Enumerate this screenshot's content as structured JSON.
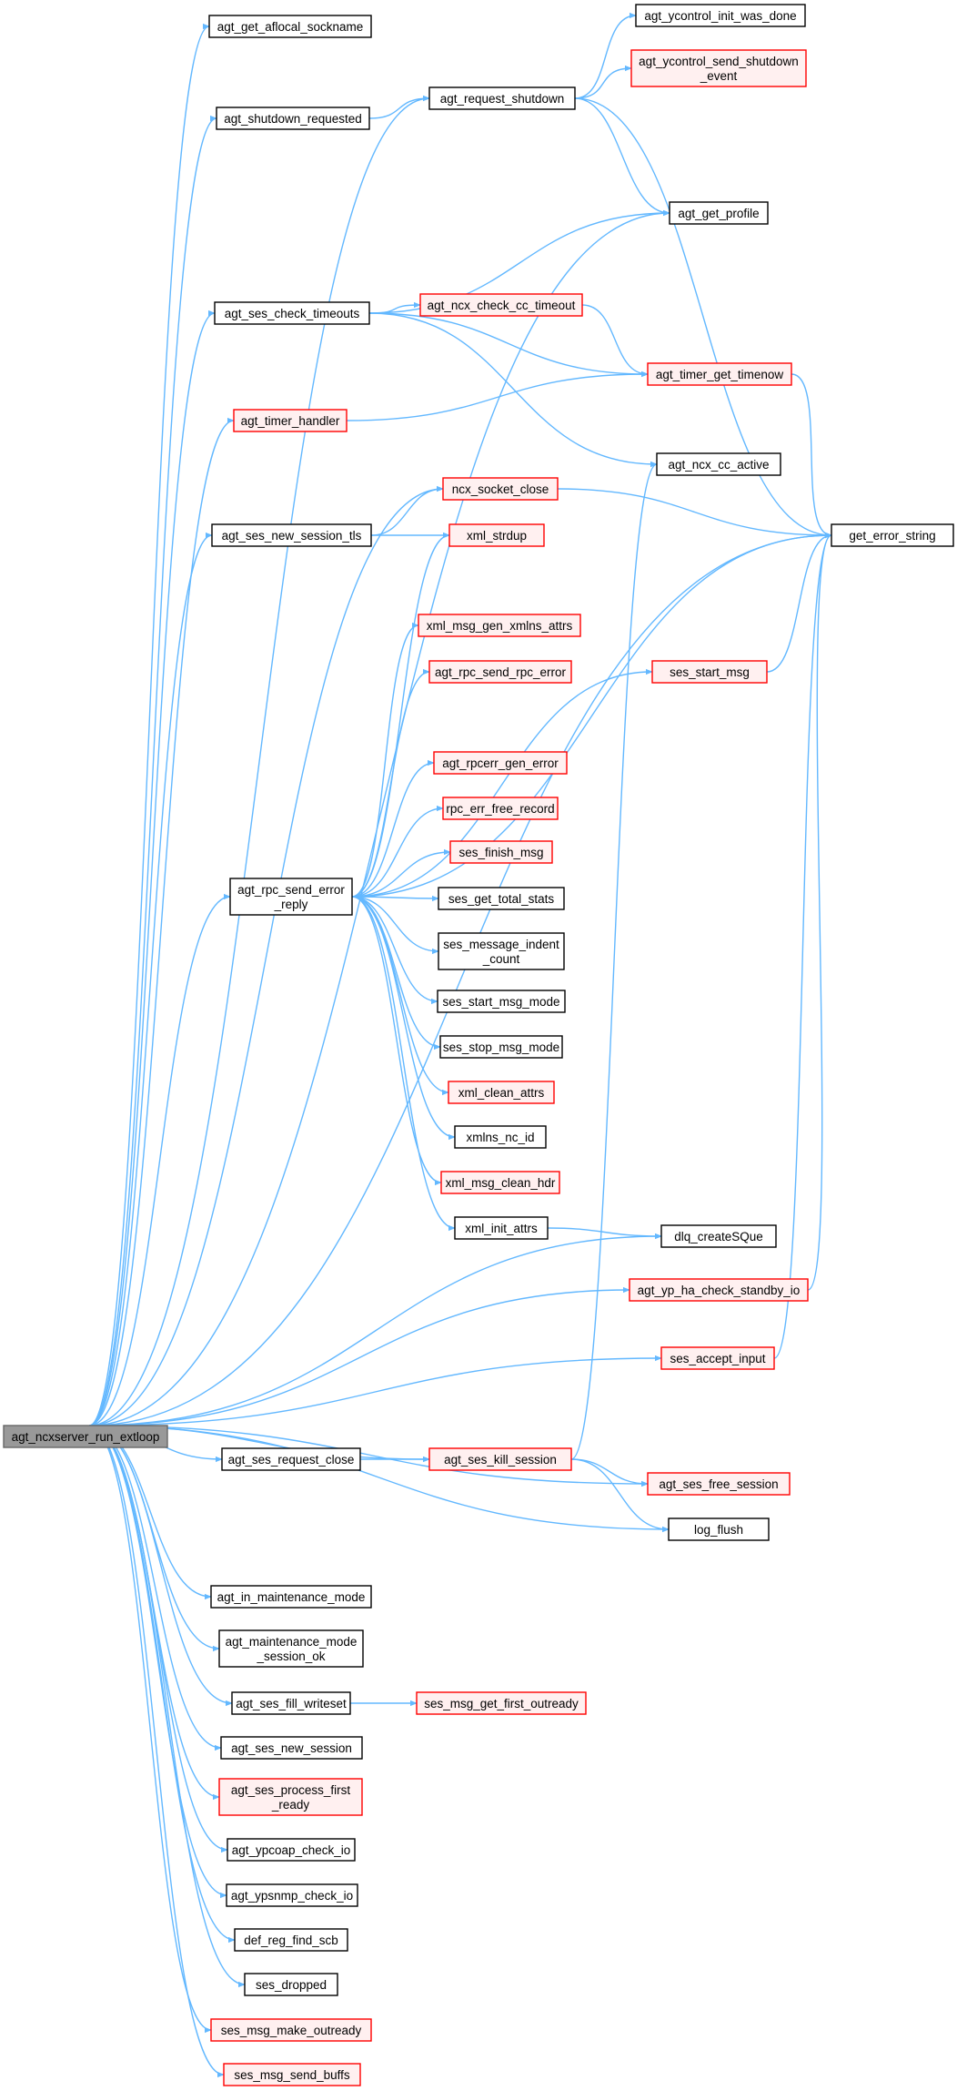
{
  "graph": {
    "colors": {
      "edge": "#63b8ff",
      "border_default": "#000000",
      "fill_default": "#ffffff",
      "border_truncated": "#ff0000",
      "fill_truncated": "#fff0f0",
      "fill_root": "#999999",
      "border_root": "#666666"
    },
    "root": "agt_ncxserver_run_extloop",
    "nodes": [
      {
        "id": "root",
        "label": [
          "agt_ncxserver_run_extloop"
        ],
        "style": "root"
      },
      {
        "id": "aflocal",
        "label": [
          "agt_get_aflocal_sockname"
        ],
        "style": "default"
      },
      {
        "id": "shutdown_req",
        "label": [
          "agt_shutdown_requested"
        ],
        "style": "default"
      },
      {
        "id": "request_shutdown",
        "label": [
          "agt_request_shutdown"
        ],
        "style": "default"
      },
      {
        "id": "yc_init",
        "label": [
          "agt_ycontrol_init_was_done"
        ],
        "style": "default"
      },
      {
        "id": "yc_send",
        "label": [
          "agt_ycontrol_send_shutdown",
          "_event"
        ],
        "style": "truncated"
      },
      {
        "id": "get_profile",
        "label": [
          "agt_get_profile"
        ],
        "style": "default"
      },
      {
        "id": "check_timeouts",
        "label": [
          "agt_ses_check_timeouts"
        ],
        "style": "default"
      },
      {
        "id": "ncx_cc_timeout",
        "label": [
          "agt_ncx_check_cc_timeout"
        ],
        "style": "truncated"
      },
      {
        "id": "timer_now",
        "label": [
          "agt_timer_get_timenow"
        ],
        "style": "truncated"
      },
      {
        "id": "timer_handler",
        "label": [
          "agt_timer_handler"
        ],
        "style": "truncated"
      },
      {
        "id": "ncx_cc_active",
        "label": [
          "agt_ncx_cc_active"
        ],
        "style": "default"
      },
      {
        "id": "socket_close",
        "label": [
          "ncx_socket_close"
        ],
        "style": "truncated"
      },
      {
        "id": "new_session_tls",
        "label": [
          "agt_ses_new_session_tls"
        ],
        "style": "default"
      },
      {
        "id": "xml_strdup",
        "label": [
          "xml_strdup"
        ],
        "style": "truncated"
      },
      {
        "id": "get_error_string",
        "label": [
          "get_error_string"
        ],
        "style": "default"
      },
      {
        "id": "xmlns_attrs",
        "label": [
          "xml_msg_gen_xmlns_attrs"
        ],
        "style": "truncated"
      },
      {
        "id": "rpc_send_rpc_error",
        "label": [
          "agt_rpc_send_rpc_error"
        ],
        "style": "truncated"
      },
      {
        "id": "ses_start_msg",
        "label": [
          "ses_start_msg"
        ],
        "style": "truncated"
      },
      {
        "id": "rpcerr_gen",
        "label": [
          "agt_rpcerr_gen_error"
        ],
        "style": "truncated"
      },
      {
        "id": "rpc_err_free",
        "label": [
          "rpc_err_free_record"
        ],
        "style": "truncated"
      },
      {
        "id": "ses_finish",
        "label": [
          "ses_finish_msg"
        ],
        "style": "truncated"
      },
      {
        "id": "rpc_send_error_reply",
        "label": [
          "agt_rpc_send_error",
          "_reply"
        ],
        "style": "default"
      },
      {
        "id": "total_stats",
        "label": [
          "ses_get_total_stats"
        ],
        "style": "default"
      },
      {
        "id": "indent_count",
        "label": [
          "ses_message_indent",
          "_count"
        ],
        "style": "default"
      },
      {
        "id": "start_msg_mode",
        "label": [
          "ses_start_msg_mode"
        ],
        "style": "default"
      },
      {
        "id": "stop_msg_mode",
        "label": [
          "ses_stop_msg_mode"
        ],
        "style": "default"
      },
      {
        "id": "clean_attrs",
        "label": [
          "xml_clean_attrs"
        ],
        "style": "truncated"
      },
      {
        "id": "xmlns_nc_id",
        "label": [
          "xmlns_nc_id"
        ],
        "style": "default"
      },
      {
        "id": "clean_hdr",
        "label": [
          "xml_msg_clean_hdr"
        ],
        "style": "truncated"
      },
      {
        "id": "init_attrs",
        "label": [
          "xml_init_attrs"
        ],
        "style": "default"
      },
      {
        "id": "dlq",
        "label": [
          "dlq_createSQue"
        ],
        "style": "default"
      },
      {
        "id": "ha_standby",
        "label": [
          "agt_yp_ha_check_standby_io"
        ],
        "style": "truncated"
      },
      {
        "id": "accept_input",
        "label": [
          "ses_accept_input"
        ],
        "style": "truncated"
      },
      {
        "id": "request_close",
        "label": [
          "agt_ses_request_close"
        ],
        "style": "default"
      },
      {
        "id": "kill_session",
        "label": [
          "agt_ses_kill_session"
        ],
        "style": "truncated"
      },
      {
        "id": "free_session",
        "label": [
          "agt_ses_free_session"
        ],
        "style": "truncated"
      },
      {
        "id": "log_flush",
        "label": [
          "log_flush"
        ],
        "style": "default"
      },
      {
        "id": "maint_mode",
        "label": [
          "agt_in_maintenance_mode"
        ],
        "style": "default"
      },
      {
        "id": "maint_ok",
        "label": [
          "agt_maintenance_mode",
          "_session_ok"
        ],
        "style": "default"
      },
      {
        "id": "fill_writeset",
        "label": [
          "agt_ses_fill_writeset"
        ],
        "style": "default"
      },
      {
        "id": "first_outready",
        "label": [
          "ses_msg_get_first_outready"
        ],
        "style": "truncated"
      },
      {
        "id": "new_session",
        "label": [
          "agt_ses_new_session"
        ],
        "style": "default"
      },
      {
        "id": "process_first",
        "label": [
          "agt_ses_process_first",
          "_ready"
        ],
        "style": "truncated"
      },
      {
        "id": "ypcoap",
        "label": [
          "agt_ypcoap_check_io"
        ],
        "style": "default"
      },
      {
        "id": "ypsnmp",
        "label": [
          "agt_ypsnmp_check_io"
        ],
        "style": "default"
      },
      {
        "id": "reg_find",
        "label": [
          "def_reg_find_scb"
        ],
        "style": "default"
      },
      {
        "id": "ses_dropped",
        "label": [
          "ses_dropped"
        ],
        "style": "default"
      },
      {
        "id": "make_outready",
        "label": [
          "ses_msg_make_outready"
        ],
        "style": "truncated"
      },
      {
        "id": "send_buffs",
        "label": [
          "ses_msg_send_buffs"
        ],
        "style": "truncated"
      }
    ],
    "edges": [
      [
        "root",
        "aflocal"
      ],
      [
        "root",
        "shutdown_req"
      ],
      [
        "root",
        "request_shutdown"
      ],
      [
        "root",
        "get_error_string"
      ],
      [
        "root",
        "get_profile"
      ],
      [
        "root",
        "check_timeouts"
      ],
      [
        "root",
        "timer_handler"
      ],
      [
        "root",
        "socket_close"
      ],
      [
        "root",
        "new_session_tls"
      ],
      [
        "root",
        "rpc_send_error_reply"
      ],
      [
        "root",
        "dlq"
      ],
      [
        "root",
        "ha_standby"
      ],
      [
        "root",
        "accept_input"
      ],
      [
        "root",
        "request_close"
      ],
      [
        "root",
        "kill_session"
      ],
      [
        "root",
        "free_session"
      ],
      [
        "root",
        "log_flush"
      ],
      [
        "root",
        "maint_mode"
      ],
      [
        "root",
        "maint_ok"
      ],
      [
        "root",
        "fill_writeset"
      ],
      [
        "root",
        "new_session"
      ],
      [
        "root",
        "process_first"
      ],
      [
        "root",
        "ypcoap"
      ],
      [
        "root",
        "ypsnmp"
      ],
      [
        "root",
        "reg_find"
      ],
      [
        "root",
        "ses_dropped"
      ],
      [
        "root",
        "make_outready"
      ],
      [
        "root",
        "send_buffs"
      ],
      [
        "shutdown_req",
        "request_shutdown"
      ],
      [
        "request_shutdown",
        "yc_init"
      ],
      [
        "request_shutdown",
        "yc_send"
      ],
      [
        "request_shutdown",
        "get_profile"
      ],
      [
        "request_shutdown",
        "get_error_string"
      ],
      [
        "check_timeouts",
        "get_profile"
      ],
      [
        "check_timeouts",
        "ncx_cc_timeout"
      ],
      [
        "check_timeouts",
        "timer_now"
      ],
      [
        "check_timeouts",
        "ncx_cc_active"
      ],
      [
        "ncx_cc_timeout",
        "timer_now"
      ],
      [
        "timer_handler",
        "timer_now"
      ],
      [
        "timer_now",
        "get_error_string"
      ],
      [
        "new_session_tls",
        "socket_close"
      ],
      [
        "new_session_tls",
        "xml_strdup"
      ],
      [
        "socket_close",
        "get_error_string"
      ],
      [
        "rpc_send_error_reply",
        "get_error_string"
      ],
      [
        "rpc_send_error_reply",
        "xml_strdup"
      ],
      [
        "rpc_send_error_reply",
        "xmlns_attrs"
      ],
      [
        "rpc_send_error_reply",
        "rpc_send_rpc_error"
      ],
      [
        "rpc_send_error_reply",
        "ses_start_msg"
      ],
      [
        "rpc_send_error_reply",
        "rpcerr_gen"
      ],
      [
        "rpc_send_error_reply",
        "rpc_err_free"
      ],
      [
        "rpc_send_error_reply",
        "ses_finish"
      ],
      [
        "rpc_send_error_reply",
        "total_stats"
      ],
      [
        "rpc_send_error_reply",
        "indent_count"
      ],
      [
        "rpc_send_error_reply",
        "start_msg_mode"
      ],
      [
        "rpc_send_error_reply",
        "stop_msg_mode"
      ],
      [
        "rpc_send_error_reply",
        "clean_attrs"
      ],
      [
        "rpc_send_error_reply",
        "xmlns_nc_id"
      ],
      [
        "rpc_send_error_reply",
        "clean_hdr"
      ],
      [
        "rpc_send_error_reply",
        "init_attrs"
      ],
      [
        "ses_start_msg",
        "get_error_string"
      ],
      [
        "init_attrs",
        "dlq"
      ],
      [
        "ha_standby",
        "get_error_string"
      ],
      [
        "accept_input",
        "get_error_string"
      ],
      [
        "request_close",
        "kill_session"
      ],
      [
        "kill_session",
        "ncx_cc_active"
      ],
      [
        "kill_session",
        "free_session"
      ],
      [
        "kill_session",
        "log_flush"
      ],
      [
        "fill_writeset",
        "first_outready"
      ]
    ]
  }
}
